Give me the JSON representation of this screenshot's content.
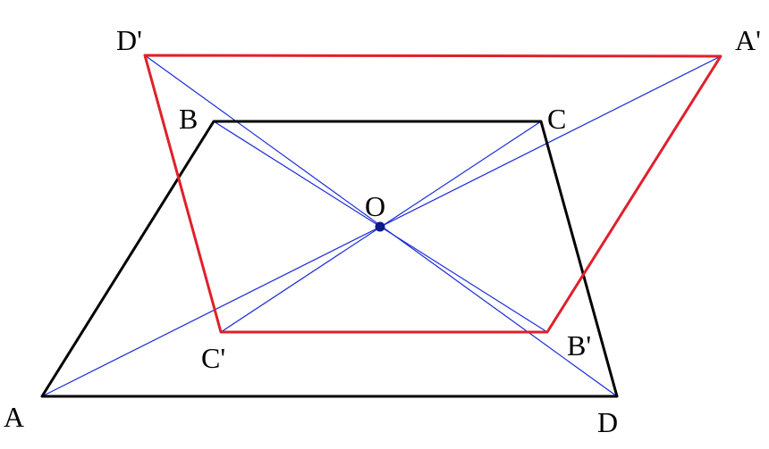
{
  "figure": {
    "points": {
      "A": {
        "label": "A"
      },
      "B": {
        "label": "B"
      },
      "C": {
        "label": "C"
      },
      "D": {
        "label": "D"
      },
      "A1": {
        "label": "A'"
      },
      "B1": {
        "label": "B'"
      },
      "C1": {
        "label": "C'"
      },
      "D1": {
        "label": "D'"
      },
      "O": {
        "label": "O"
      }
    },
    "colors": {
      "original": "#000000",
      "image": "#e0202a",
      "segments": "#1a2bd6",
      "center": "#0a1a8a"
    }
  }
}
